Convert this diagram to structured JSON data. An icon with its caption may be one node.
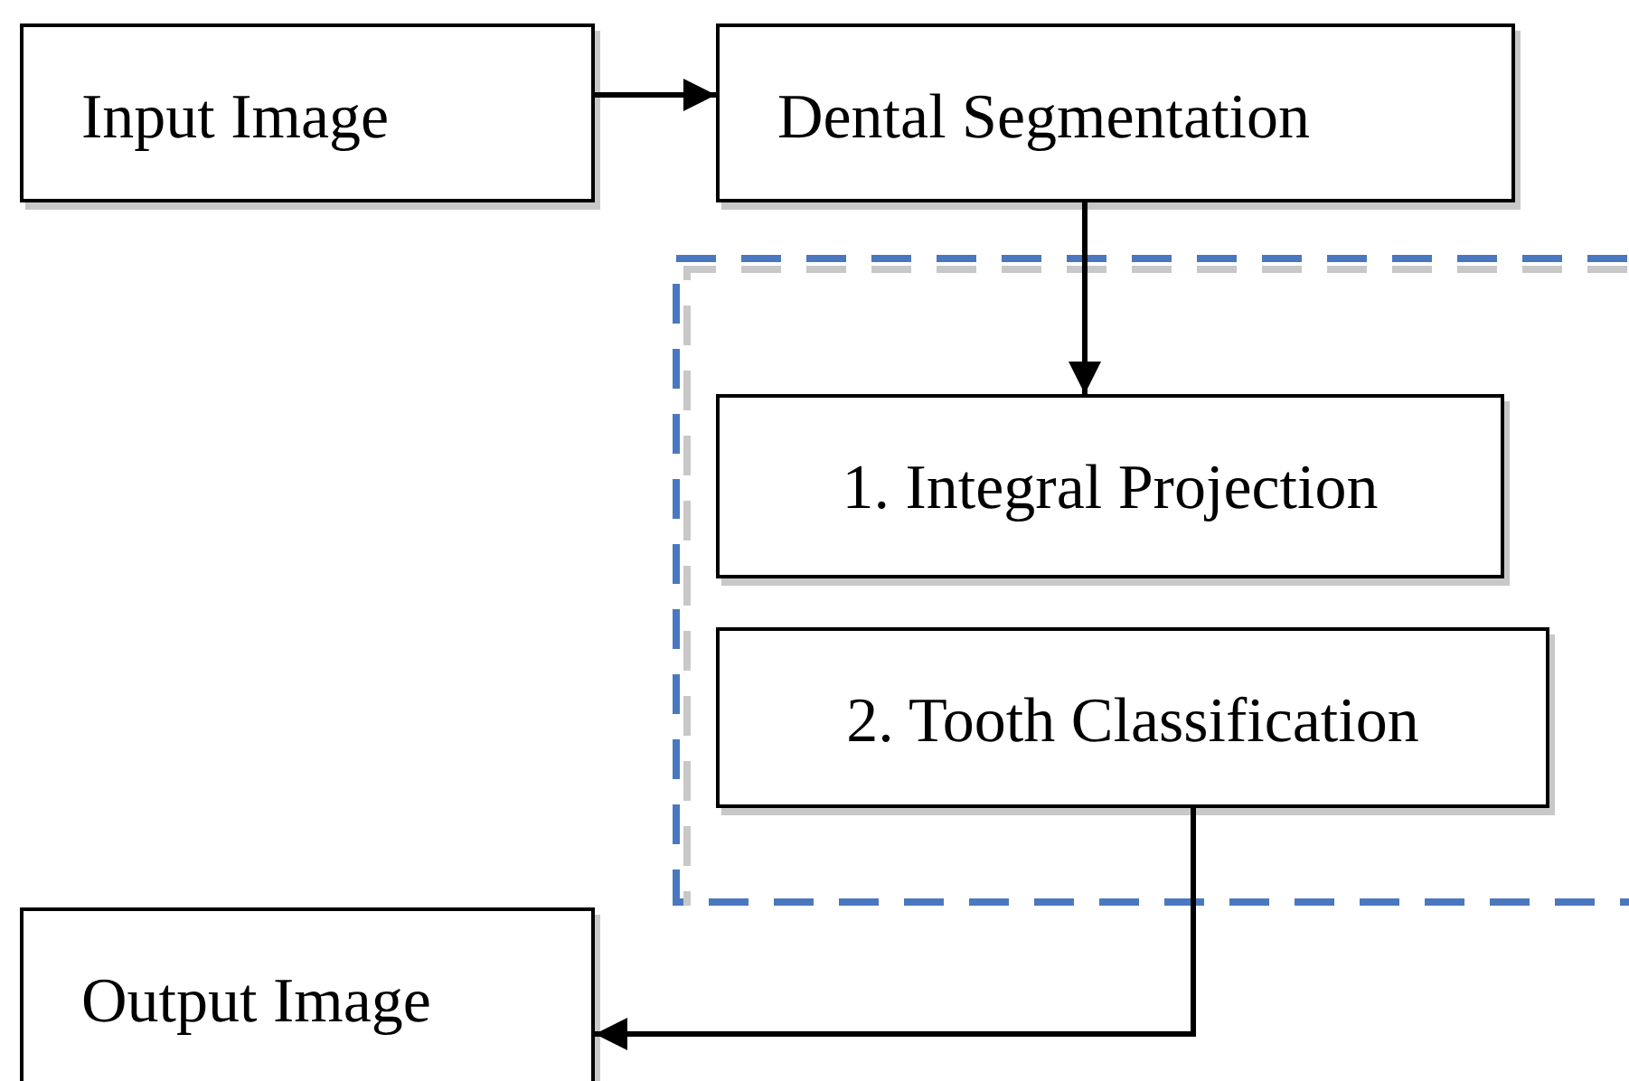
{
  "diagram": {
    "nodes": [
      {
        "text": [
          "Input Image"
        ]
      },
      {
        "text": [
          "Dental Segmentation"
        ]
      },
      {
        "text": [],
        "shape": "box"
      },
      {
        "text": [
          "1. Integral Projection"
        ],
        "in": 2
      },
      {
        "text": [
          "2. Tooth Classification"
        ],
        "in": 2
      },
      {
        "text": [
          "Output Image"
        ]
      }
    ],
    "edges": [
      {
        "from": 0,
        "to": 1,
        "arrow": "to"
      },
      {
        "from": 1,
        "to": 3,
        "arrow": "to"
      },
      {
        "from": 4,
        "to": 5,
        "arrow": "to"
      }
    ]
  }
}
